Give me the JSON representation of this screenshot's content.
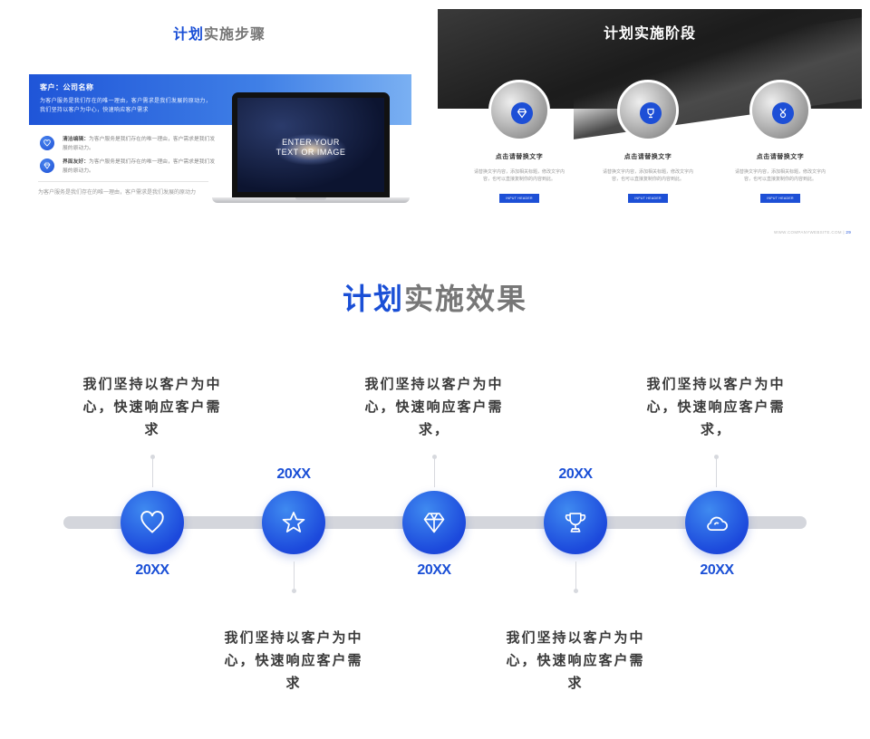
{
  "slide1": {
    "title_blue": "计划",
    "title_grey": "实施步骤",
    "client_label": "客户：公司名称",
    "client_desc": "为客户服务是我们存在的唯一理由，客户需求是我们发展的原动力，我们坚持以客户为中心，快速响应客户需求",
    "items": [
      {
        "label": "清洁编辑：",
        "text": "为客户服务是我们存在的唯一理由，客户需求是我们发展的原动力。",
        "icon": "heart-icon"
      },
      {
        "label": "界面友好：",
        "text": "为客户服务是我们存在的唯一理由，客户需求是我们发展的原动力。",
        "icon": "diamond-icon"
      }
    ],
    "footer_text": "为客户服务是我们存在的唯一理由，客户需求是我们发展的原动力",
    "laptop_text": "ENTER YOUR\nTEXT OR IMAGE"
  },
  "slide2": {
    "title": "计划实施阶段",
    "columns": [
      {
        "heading": "点击请替换文字",
        "text": "请替换文字内容，添加相关标题，修改文字内容，也可以直接复制你的内容到此。",
        "button": "INPUT HEADER",
        "icon": "diamond-icon"
      },
      {
        "heading": "点击请替换文字",
        "text": "请替换文字内容，添加相关标题，修改文字内容，也可以直接复制你的内容到此。",
        "button": "INPUT HEADER",
        "icon": "trophy-icon"
      },
      {
        "heading": "点击请替换文字",
        "text": "请替换文字内容，添加相关标题，修改文字内容，也可以直接复制你的内容到此。",
        "button": "INPUT HEADER",
        "icon": "medal-icon"
      }
    ],
    "footer_site": "WWW.COMPANYWEBSITE.COM",
    "page_number": "29"
  },
  "main": {
    "title_blue": "计划",
    "title_grey": "实施效果",
    "milestones": [
      {
        "year": "20XX",
        "icon": "heart-icon",
        "text_lines": [
          "我们坚持以客户为中",
          "心，快速响应客户需",
          "求"
        ]
      },
      {
        "year": "20XX",
        "icon": "star-icon",
        "text_lines": [
          "我们坚持以客户为中",
          "心，快速响应客户需",
          "求"
        ]
      },
      {
        "year": "20XX",
        "icon": "diamond-icon",
        "text_lines": [
          "我们坚持以客户为中",
          "心，快速响应客户需",
          "求，"
        ]
      },
      {
        "year": "20XX",
        "icon": "trophy-icon",
        "text_lines": [
          "我们坚持以客户为中",
          "心，快速响应客户需",
          "求"
        ]
      },
      {
        "year": "20XX",
        "icon": "cloud-icon",
        "text_lines": [
          "我们坚持以客户为中",
          "心，快速响应客户需",
          "求，"
        ]
      }
    ]
  },
  "colors": {
    "accent": "#1a4fd6",
    "track": "#d4d6dc",
    "text": "#3a3a3a"
  }
}
